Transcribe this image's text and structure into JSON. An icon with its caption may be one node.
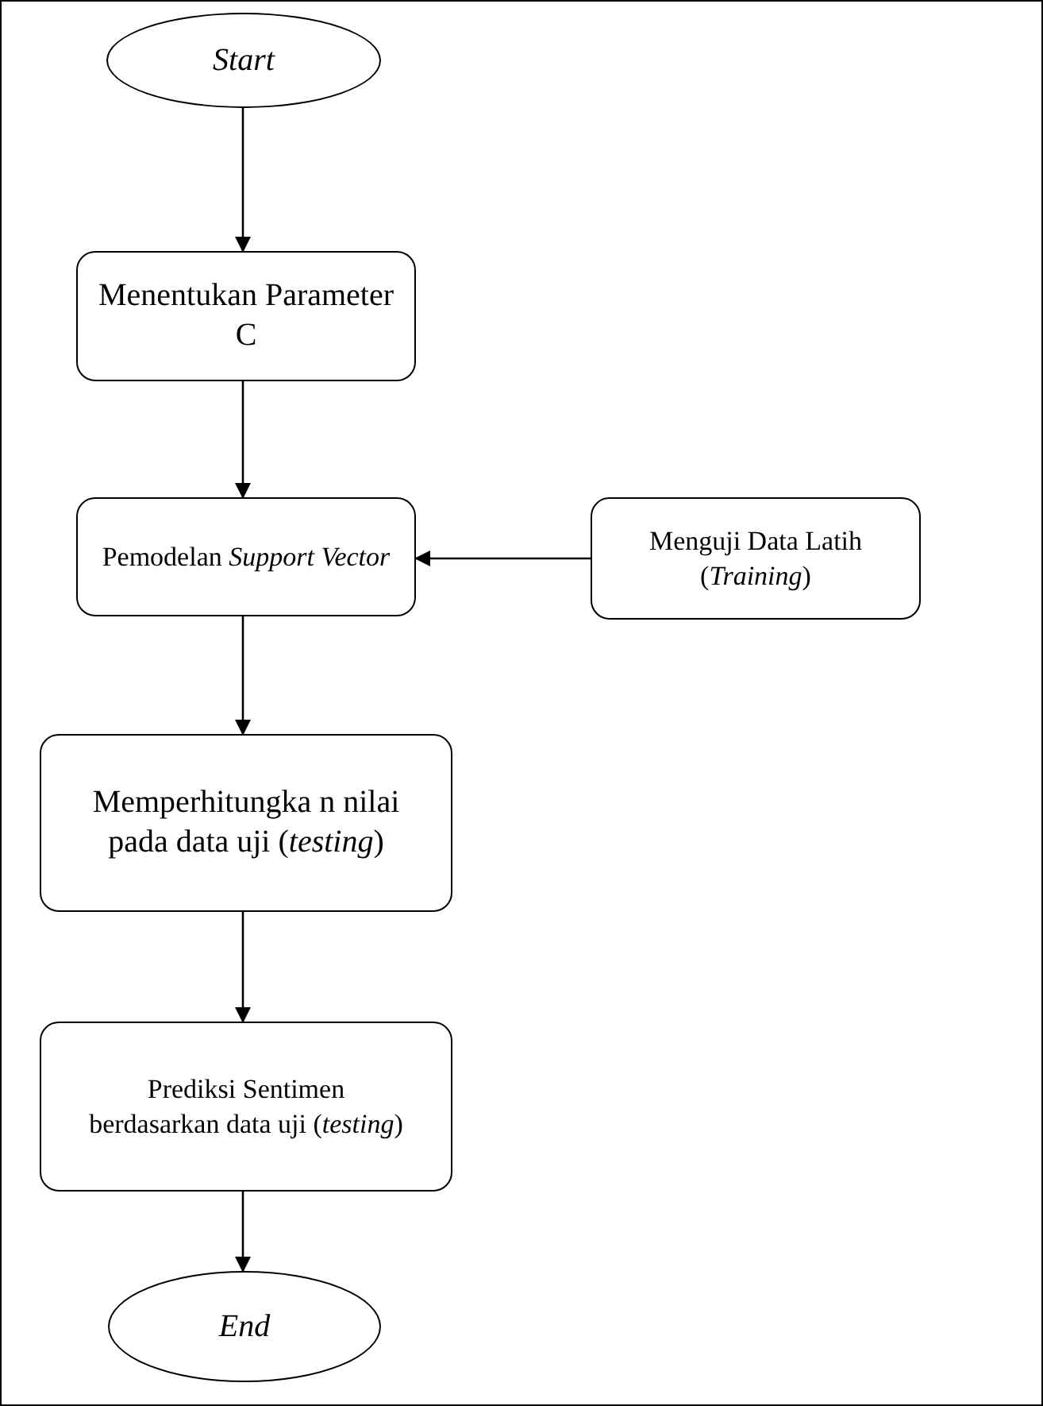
{
  "diagram": {
    "nodes": [
      {
        "text": [
          "Start"
        ]
      },
      {
        "text": [
          "Menentukan Parameter C"
        ]
      },
      {
        "text": [
          "Pemodelan *Support Vector*"
        ]
      },
      {
        "text": [
          "Menguji Data Latih (*Training*)"
        ]
      },
      {
        "text": [
          "Memperhitungka n nilai pada data uji (*testing*)"
        ]
      },
      {
        "text": [
          "Prediksi Sentimen berdasarkan data uji (*testing*)"
        ]
      },
      {
        "text": [
          "End"
        ]
      }
    ],
    "edges": [
      {
        "from": 0,
        "to": 1,
        "arrow": "to"
      },
      {
        "from": 1,
        "to": 2,
        "arrow": "to"
      },
      {
        "from": 3,
        "to": 2,
        "arrow": "to"
      },
      {
        "from": 2,
        "to": 4,
        "arrow": "to"
      },
      {
        "from": 4,
        "to": 5,
        "arrow": "to"
      },
      {
        "from": 5,
        "to": 6,
        "arrow": "to"
      }
    ]
  }
}
